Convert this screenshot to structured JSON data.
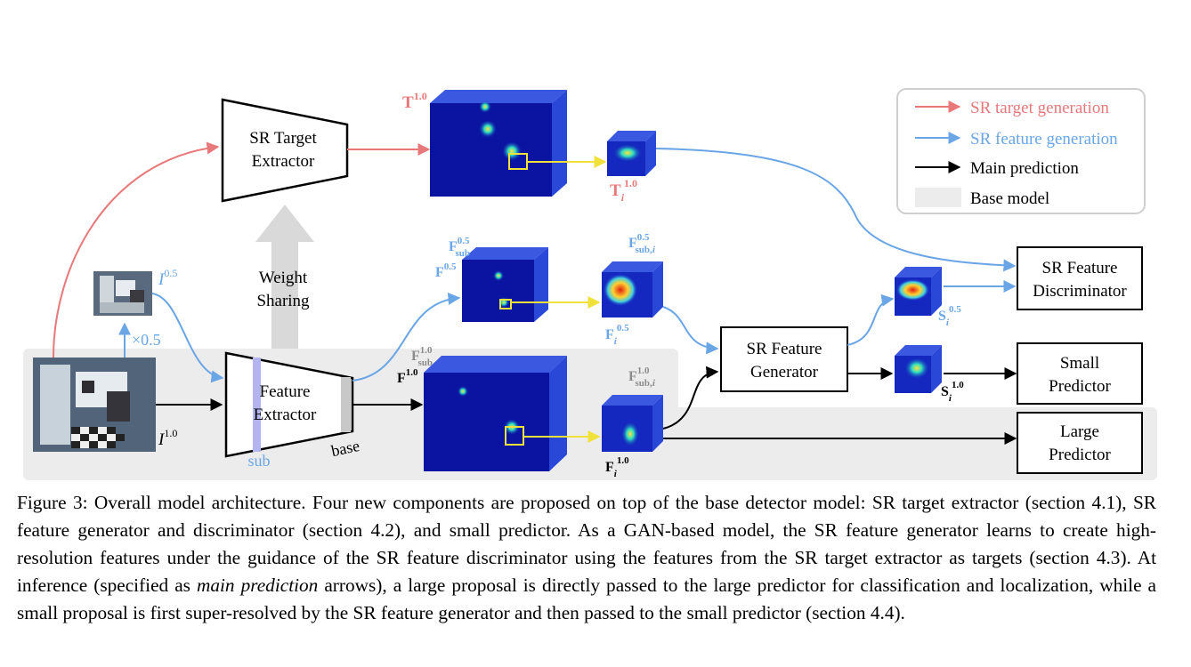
{
  "legend": {
    "target_generation": "SR target generation",
    "feature_generation": "SR feature generation",
    "main_prediction": "Main prediction",
    "base_model": "Base model"
  },
  "colors": {
    "target_arrow": "#e8797a",
    "feature_arrow": "#6aa5e6",
    "main_arrow": "#000000",
    "base_model_bg": "#ececec",
    "weight_sharing_arrow": "#d9d9d9",
    "crop_box": "#f0e23a",
    "sub_band": "#b4b4f0",
    "base_band": "#c8c8c8"
  },
  "blocks": {
    "sr_target_extractor": [
      "SR Target",
      "Extractor"
    ],
    "feature_extractor": [
      "Feature",
      "Extractor"
    ],
    "sr_feature_generator": [
      "SR Feature",
      "Generator"
    ],
    "sr_feature_discriminator": [
      "SR Feature",
      "Discriminator"
    ],
    "small_predictor": [
      "Small",
      "Predictor"
    ],
    "large_predictor": [
      "Large",
      "Predictor"
    ]
  },
  "labels": {
    "weight_sharing": [
      "Weight",
      "Sharing"
    ],
    "scale": "×0.5",
    "sub": "sub",
    "base": "base"
  },
  "caption": {
    "part1": "Figure 3: Overall model architecture. Four new components are proposed on top of the base detector model: SR target extractor (section 4.1), SR feature generator and discriminator (section 4.2), and small predictor. As a GAN-based model, the SR feature generator learns to create high-resolution features under the guidance of the SR feature discriminator using the features from the SR target extractor as targets (section 4.3). At inference (specified as ",
    "emph": "main prediction",
    "part2": " arrows), a large proposal is directly passed to the large predictor for classification and localization, while a small proposal is first super-resolved by the SR feature generator and then passed to the small predictor (section 4.4)."
  }
}
